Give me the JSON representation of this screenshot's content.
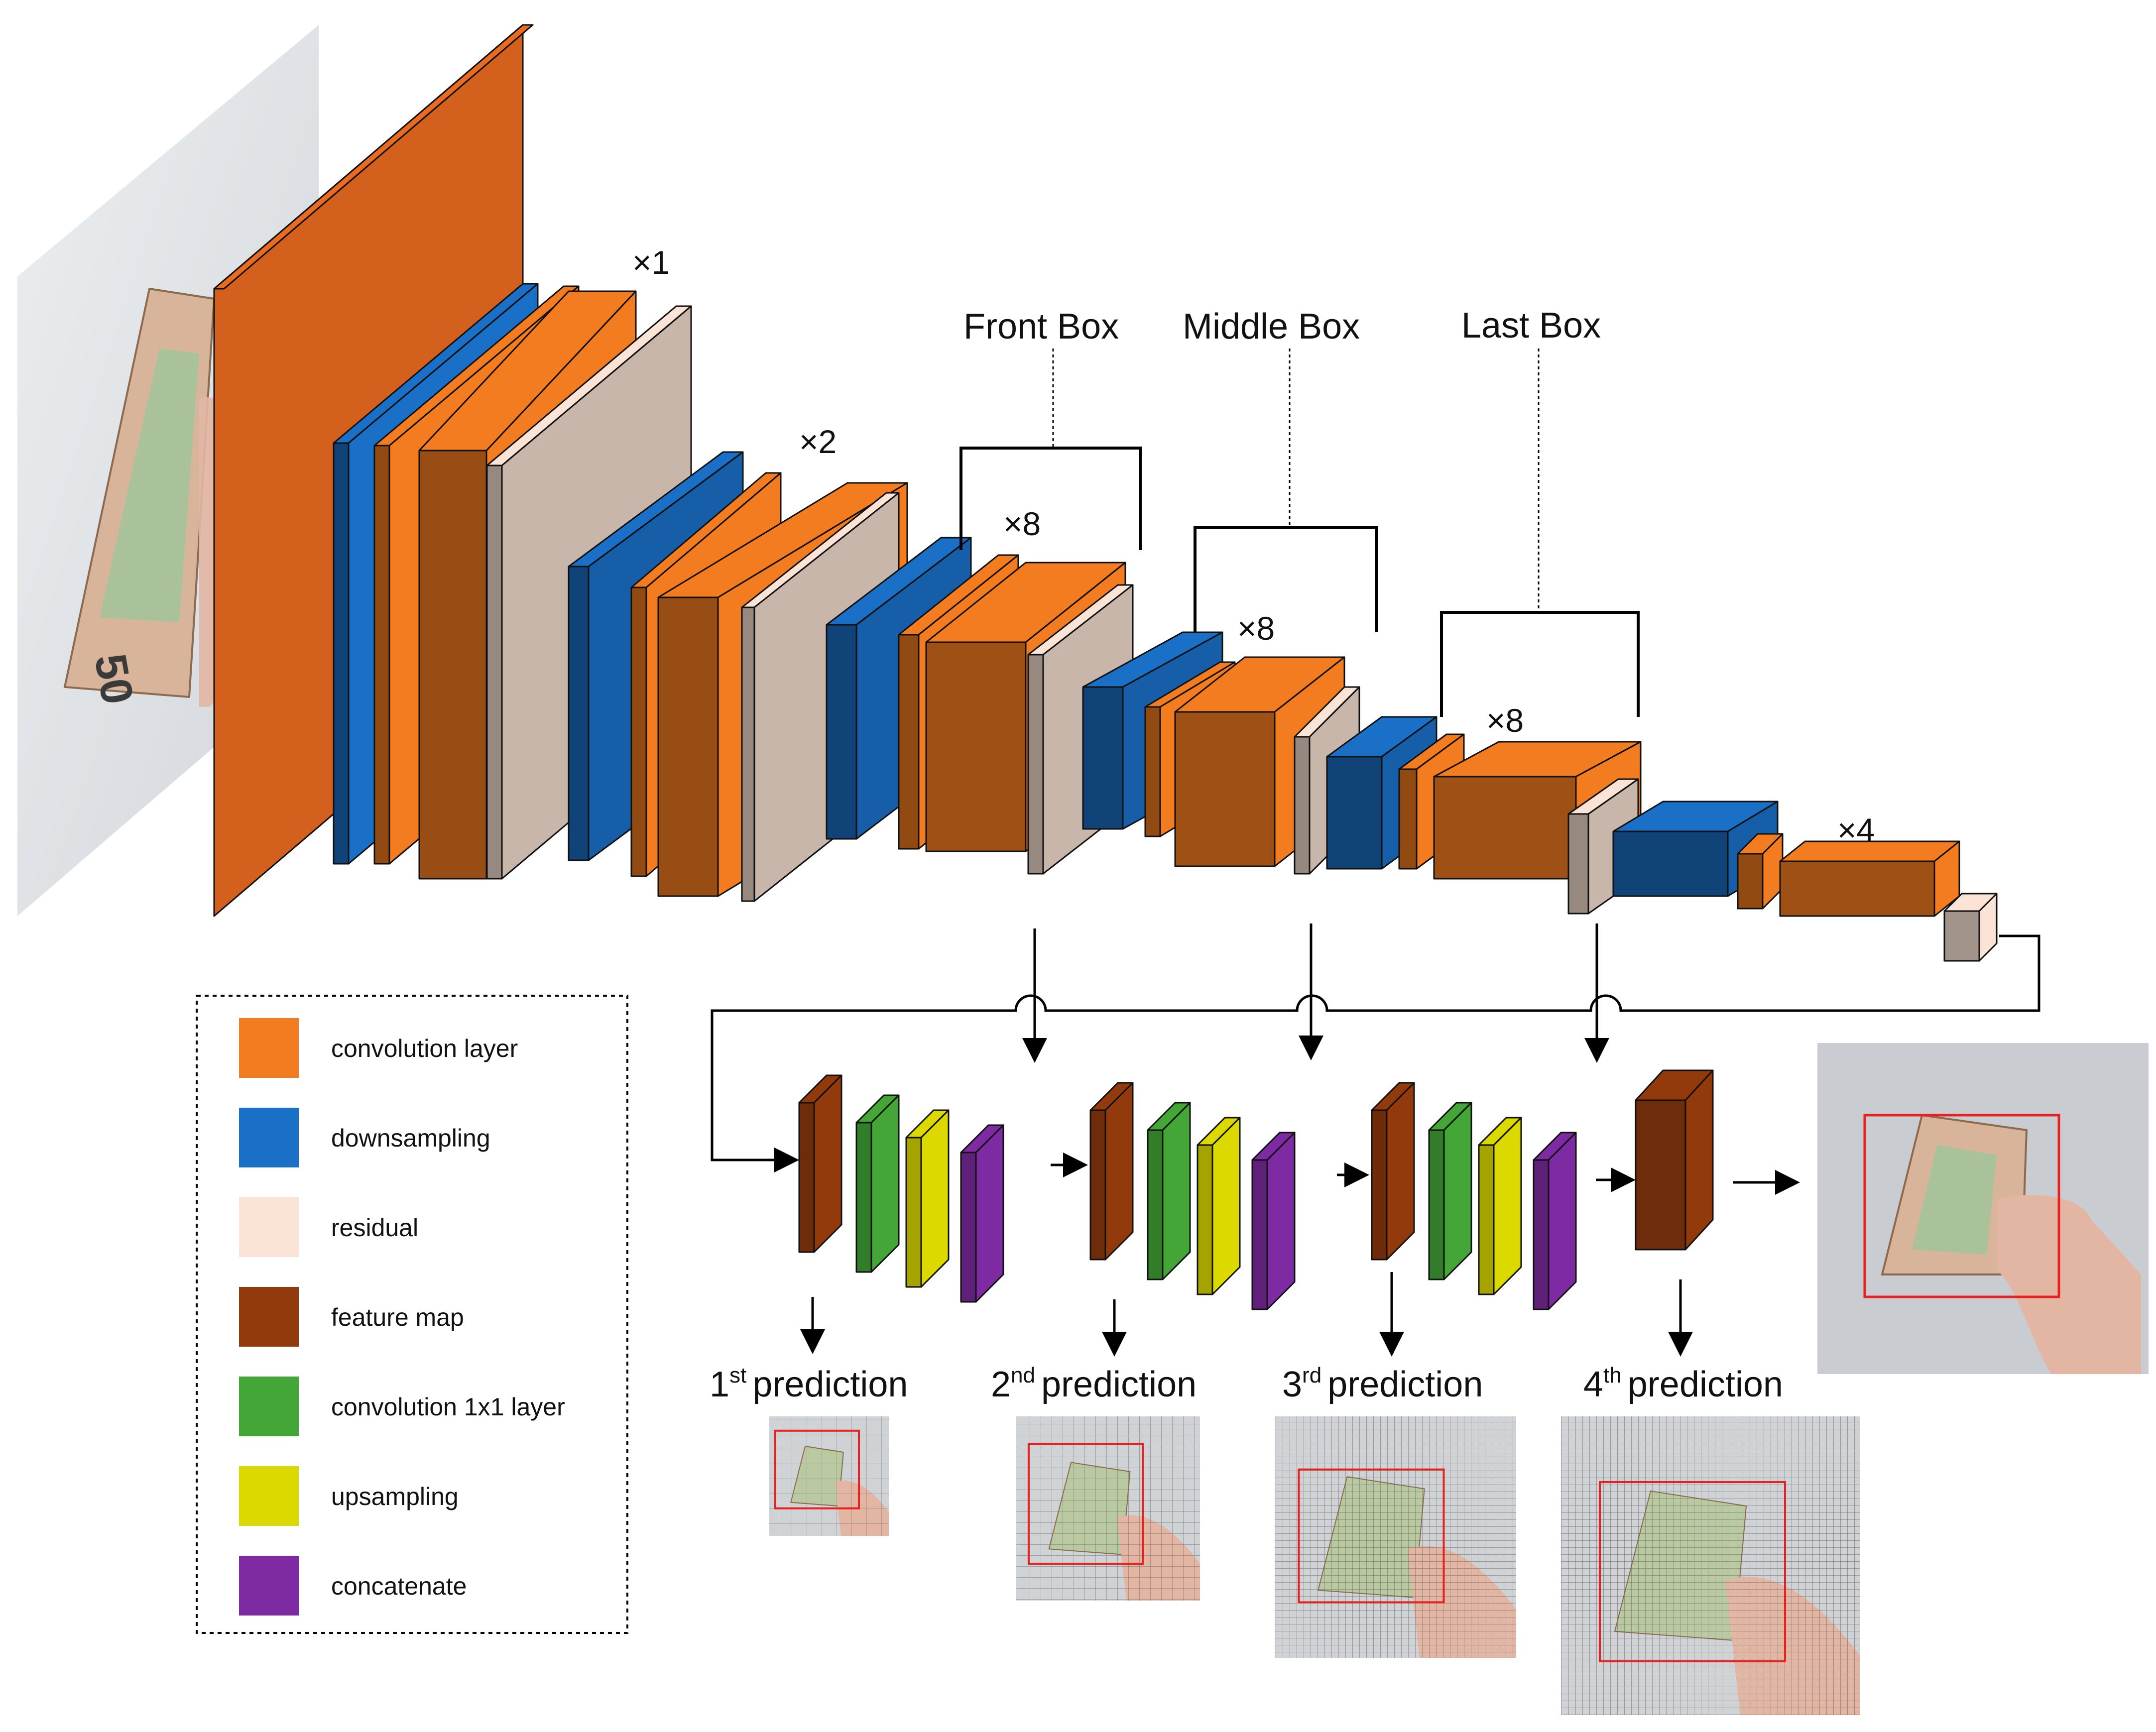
{
  "colors": {
    "convolution_layer": "#F47C20",
    "downsampling": "#1A6FC6",
    "residual": "#FBE4D6",
    "feature_map": "#933A0D",
    "convolution_1x1": "#43A637",
    "upsampling": "#DCD900",
    "concatenate": "#7E2BA3",
    "input_large_slab": "#D4601E",
    "box_side_residual": "#CDB5A9",
    "bbox_red": "#E8201F"
  },
  "multipliers": {
    "x1": "×1",
    "x2": "×2",
    "x8_front": "×8",
    "x8_middle": "×8",
    "x8_last": "×8",
    "x4": "×4"
  },
  "boxes": {
    "front": "Front Box",
    "middle": "Middle Box",
    "last": "Last Box"
  },
  "predictions": [
    {
      "num": "1",
      "sup": "st",
      "word": "prediction"
    },
    {
      "num": "2",
      "sup": "nd",
      "word": "prediction"
    },
    {
      "num": "3",
      "sup": "rd",
      "word": "prediction"
    },
    {
      "num": "4",
      "sup": "th",
      "word": "prediction"
    }
  ],
  "legend": [
    {
      "label": "convolution layer",
      "color": "#F47C20"
    },
    {
      "label": "downsampling",
      "color": "#1A6FC6"
    },
    {
      "label": "residual",
      "color": "#FBE4D6"
    },
    {
      "label": "feature map",
      "color": "#933A0D"
    },
    {
      "label": "convolution 1x1 layer",
      "color": "#43A637"
    },
    {
      "label": "upsampling",
      "color": "#DCD900"
    },
    {
      "label": "concatenate",
      "color": "#7E2BA3"
    }
  ],
  "images": {
    "input_photo": "banknote-in-hand-photo",
    "output_photo": "banknote-detected-photo",
    "banknote_denomination": "50"
  }
}
